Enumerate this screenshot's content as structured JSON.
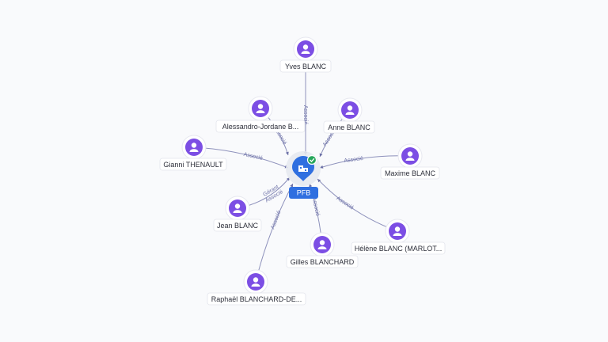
{
  "company": {
    "label": "PFB",
    "icon": "building-icon",
    "status_icon": "verified-check-icon",
    "color": "#2f6fe0",
    "status_color": "#26a65b"
  },
  "person_icon": "person-icon",
  "person_color": "#7c4ee4",
  "persons": [
    {
      "id": "yves-blanc",
      "name": "Yves BLANC",
      "edges": [
        "Associé"
      ]
    },
    {
      "id": "alessandro-jordane-b",
      "name": "Alessandro-Jordane B...",
      "edges": [
        "Associé"
      ]
    },
    {
      "id": "anne-blanc",
      "name": "Anne BLANC",
      "edges": [
        "Associé"
      ]
    },
    {
      "id": "gianni-thenault",
      "name": "Gianni THENAULT",
      "edges": [
        "Associé"
      ]
    },
    {
      "id": "maxime-blanc",
      "name": "Maxime BLANC",
      "edges": [
        "Associé"
      ]
    },
    {
      "id": "jean-blanc",
      "name": "Jean BLANC",
      "edges": [
        "Gérant",
        "Associé"
      ]
    },
    {
      "id": "helene-blanc",
      "name": "Hélène BLANC (MARLOT...",
      "edges": [
        "Associé"
      ]
    },
    {
      "id": "gilles-blanchard",
      "name": "Gilles BLANCHARD",
      "edges": [
        "Associé"
      ]
    },
    {
      "id": "raphael-blanchard-de",
      "name": "Raphaël BLANCHARD-DE...",
      "edges": [
        "Associé"
      ]
    }
  ]
}
